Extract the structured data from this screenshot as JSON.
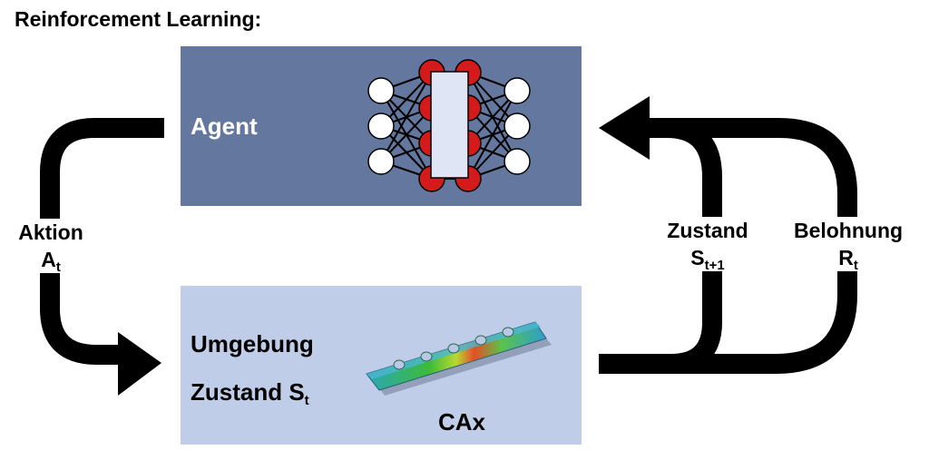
{
  "title": "Reinforcement Learning:",
  "agent": {
    "label": "Agent"
  },
  "environment": {
    "label": "Umgebung",
    "state_text": "Zustand S",
    "state_sub": "t",
    "cax_label": "CAx"
  },
  "action": {
    "line1": "Aktion",
    "symbol": "A",
    "sub": "t"
  },
  "next_state": {
    "line1": "Zustand",
    "symbol": "S",
    "sub": "t+1"
  },
  "reward": {
    "line1": "Belohnung",
    "symbol": "R",
    "sub": "t"
  },
  "colors": {
    "agent_box": "#64789f",
    "environment_box": "#c0cde9",
    "neuron_red": "#d41a1a",
    "neuron_white": "#ffffff",
    "arrow": "#000000"
  }
}
